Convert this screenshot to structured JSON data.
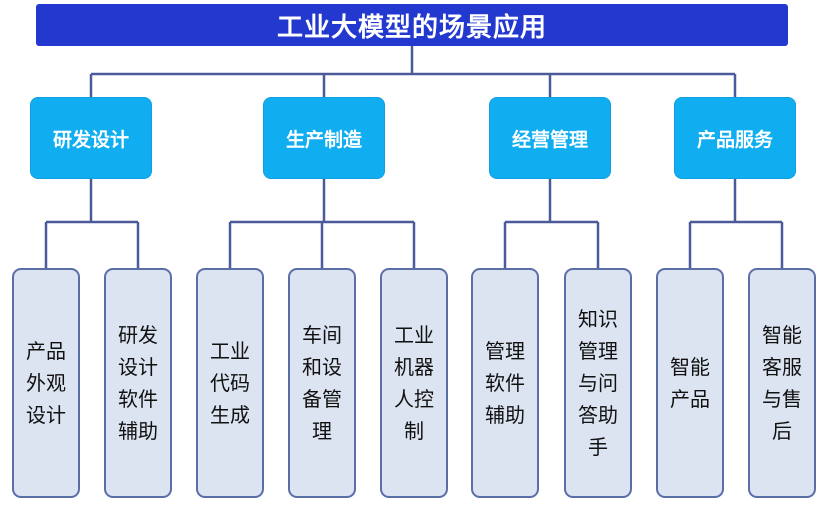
{
  "title": "工业大模型的场景应用",
  "colors": {
    "title_bg": "#2338cf",
    "category_bg": "#10aef0",
    "leaf_bg": "#dce3f1",
    "leaf_border": "#5a6fa8",
    "line": "#4a5a9a"
  },
  "categories": [
    {
      "label": "研发设计",
      "children": [
        "产品\n外观\n设计",
        "研发\n设计\n软件\n辅助"
      ]
    },
    {
      "label": "生产制造",
      "children": [
        "工业\n代码\n生成",
        "车间\n和设\n备管\n理",
        "工业\n机器\n人控\n制"
      ]
    },
    {
      "label": "经营管理",
      "children": [
        "管理\n软件\n辅助",
        "知识\n管理\n与问\n答助\n手"
      ]
    },
    {
      "label": "产品服务",
      "children": [
        "智能\n产品",
        "智能\n客服\n与售\n后"
      ]
    }
  ]
}
